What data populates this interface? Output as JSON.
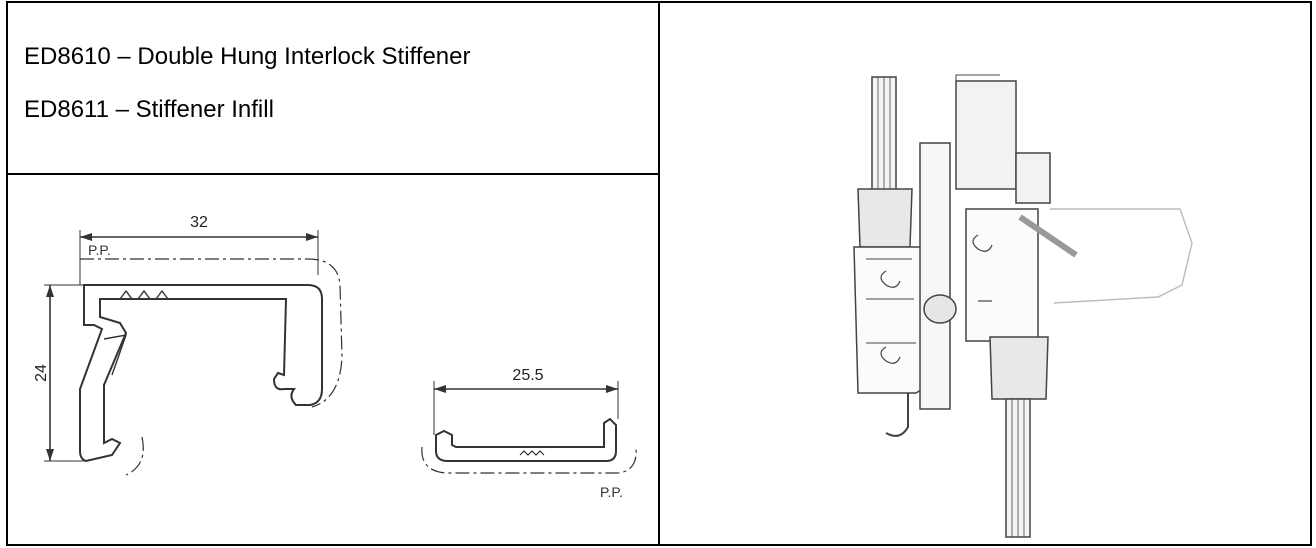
{
  "header": {
    "line1": "ED8610 – Double Hung Interlock Stiffener",
    "line2": "ED8611 – Stiffener Infill"
  },
  "stiffener_drawing": {
    "width_dim": "32",
    "height_dim": "24",
    "pp_label": "P.P."
  },
  "infill_drawing": {
    "width_dim": "25.5",
    "pp_label": "P.P."
  }
}
